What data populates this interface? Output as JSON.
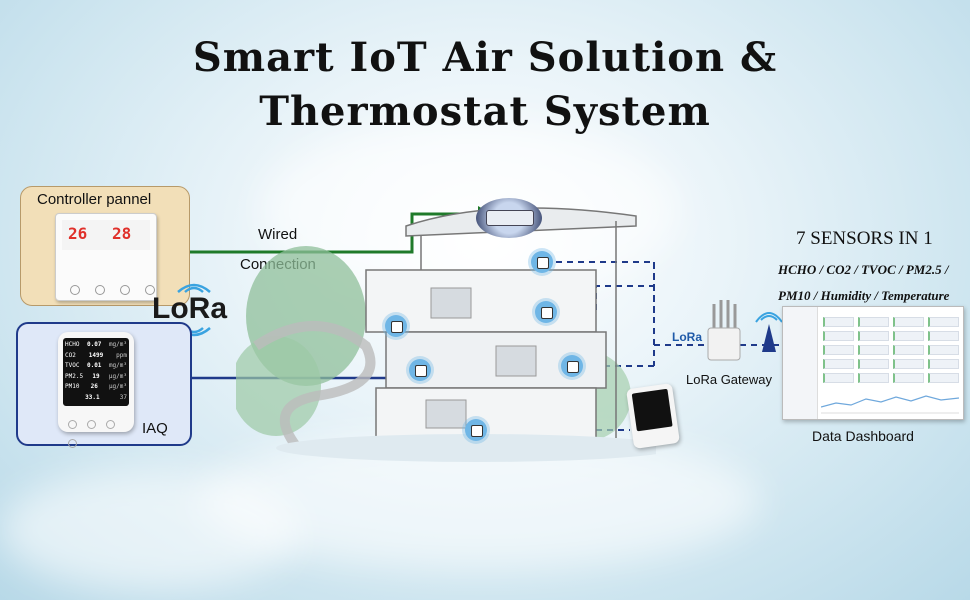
{
  "title_line1": "Smart IoT Air Solution &",
  "title_line2": "Thermostat System",
  "controller": {
    "label": "Controller pannel",
    "temp_left": "26",
    "temp_right": "28"
  },
  "lora_logo": "LoRa",
  "iaq": {
    "label": "IAQ",
    "readings": [
      {
        "name": "HCHO",
        "value": "0.07",
        "unit": "mg/m³"
      },
      {
        "name": "CO2",
        "value": "1499",
        "unit": "ppm"
      },
      {
        "name": "TVOC",
        "value": "0.01",
        "unit": "mg/m³"
      },
      {
        "name": "PM2.5",
        "value": "19",
        "unit": "μg/m³"
      },
      {
        "name": "PM10",
        "value": "26",
        "unit": "μg/m³"
      },
      {
        "name": "",
        "value": "33.1",
        "unit": "37"
      }
    ]
  },
  "wired_line1": "Wired",
  "wired_line2": "Connection",
  "gateway": {
    "badge": "LoRa",
    "label": "LoRa Gateway"
  },
  "sensors": {
    "headline": "7 SENSORS IN 1",
    "line1": "HCHO / CO2 / TVOC / PM2.5 /",
    "line2": "PM10 / Humidity / Temperature"
  },
  "dashboard": {
    "label": "Data Dashboard"
  },
  "colors": {
    "wired_line": "#1f7a2a",
    "lora_line": "#1f3a8a",
    "controller_bg": "#f2dfb8",
    "iaq_bg": "#dfe8f8",
    "lora_accent": "#3aa3e0"
  }
}
